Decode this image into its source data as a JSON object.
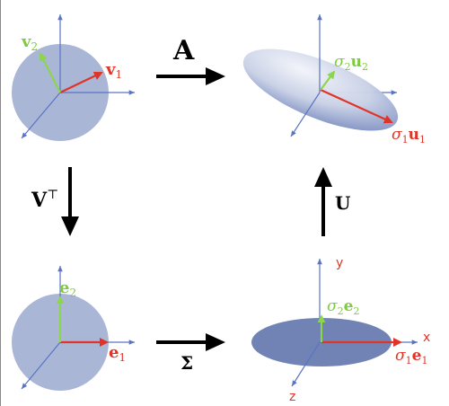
{
  "colors": {
    "axis": "#5a74c4",
    "circle": "#a9b6d6",
    "ellipse_flat": "#7083b4",
    "vector_red": "#e03428",
    "vector_green": "#8cd64a",
    "arrow": "#000000",
    "label_red": "#e03428",
    "label_green": "#7ccd3c"
  },
  "panels": {
    "top_left": {
      "v1": "v",
      "v1_sub": "1",
      "v2": "v",
      "v2_sub": "2"
    },
    "top_right": {
      "s2": "σ",
      "s2_sub": "2",
      "u2": "u",
      "u2_sub": "2",
      "s1": "σ",
      "s1_sub": "1",
      "u1": "u",
      "u1_sub": "1"
    },
    "bottom_left": {
      "e2": "e",
      "e2_sub": "2",
      "e1": "e",
      "e1_sub": "1"
    },
    "bottom_right": {
      "s2": "σ",
      "s2_sub": "2",
      "e2": "e",
      "e2_sub": "2",
      "s1": "σ",
      "s1_sub": "1",
      "e1": "e",
      "e1_sub": "1",
      "axis_x": "x",
      "axis_y": "y",
      "axis_z": "z"
    }
  },
  "transforms": {
    "A": "A",
    "VT": "V",
    "VT_sup": "⊤",
    "Sigma": "Σ",
    "U": "U"
  }
}
